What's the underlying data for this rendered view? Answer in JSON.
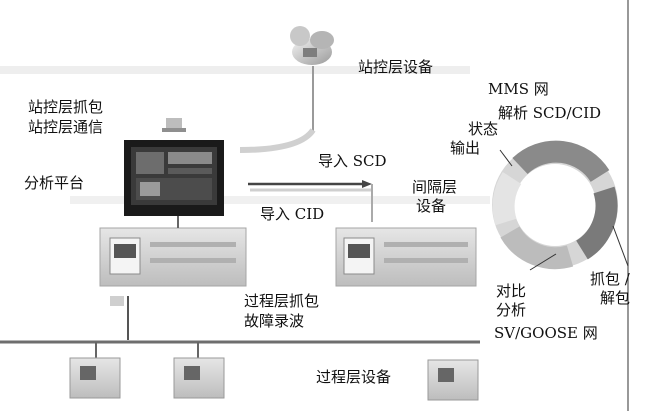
{
  "diagram": {
    "station_device": "站控层设备",
    "station_capture": "站控层抓包",
    "station_comm": "站控层通信",
    "analysis_platform": "分析平台",
    "import_scd": "导入 SCD",
    "import_cid": "导入 CID",
    "bay_device_line1": "间隔层",
    "bay_device_line2": "设备",
    "process_capture": "过程层抓包",
    "fault_recording": "故障录波",
    "process_device": "过程层设备"
  },
  "cycle": {
    "mms_net": "MMS 网",
    "parse": "解析 SCD/CID",
    "status_line1": "状态",
    "status_line2": "输出",
    "compare_line1": "对比",
    "compare_line2": "分析",
    "capture_line1": "抓包 /",
    "capture_line2": "解包",
    "sv_goose_net": "SV/GOOSE 网"
  },
  "colors": {
    "ring_dark": "#8a8a8a",
    "ring_light": "#d6d6d6",
    "device_fill": "#cfcfcf",
    "bus_line": "#7a7a7a"
  }
}
